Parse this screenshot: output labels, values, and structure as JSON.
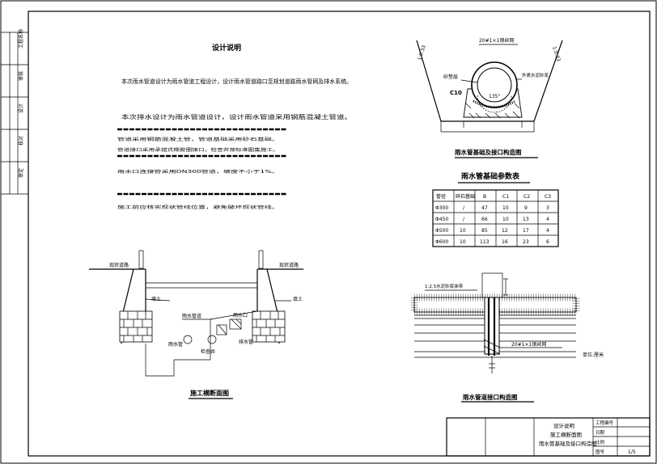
{
  "sheet": {
    "left_strip": [
      "工程名称",
      "审核",
      "设计",
      "校对",
      "审定"
    ]
  },
  "design_notes": {
    "title": "设计说明",
    "para1": "本次雨水管道设计为雨水管道工程设计，设计雨水管道路口至规划道路雨水管网及排水系统。",
    "para2": "本次排水设计为雨水管道设计，设计雨水管道采用钢筋混凝土管道。",
    "notes": [
      "管道采用钢筋混凝土管，管道基础采用砂石基础。",
      "管道接口采用承插式橡胶圈接口，检查井按标准图集施工。",
      "雨水口连接管采用DN300管道，坡度不小于1%。",
      "施工前应核实现状管线位置，避免破坏现状管线。"
    ]
  },
  "section_drawing": {
    "title": "施工横断面图",
    "labels": {
      "road_left": "现状道路",
      "road_right": "现状道路",
      "fill_left": "填土",
      "fill_right": "填土",
      "pipe_trench": "雨水管道",
      "inlet": "雨水口",
      "pipe_main": "雨水管",
      "well": "检查井",
      "pipe_alt": "排水管"
    }
  },
  "base_detail": {
    "title": "雨水管基础及接口构造图",
    "labels": {
      "mesh": "20#1×1钢丝网",
      "wrap": "外裹水泥砂浆",
      "concrete": "C10",
      "cushion": "砂垫层",
      "angle": "135°",
      "slope_left": "1:0.33",
      "slope_right": "1:0.33"
    }
  },
  "param_table": {
    "title": "雨水管基础参数表",
    "headers": [
      "管径",
      "碎石基础",
      "B",
      "C1",
      "C2",
      "C3"
    ],
    "rows": [
      [
        "Φ300",
        "/",
        "47",
        "10",
        "9",
        "3"
      ],
      [
        "Φ450",
        "/",
        "66",
        "10",
        "13",
        "4"
      ],
      [
        "Φ500",
        "10",
        "85",
        "12",
        "17",
        "4"
      ],
      [
        "Φ600",
        "10",
        "113",
        "16",
        "23",
        "6"
      ]
    ]
  },
  "joint_detail": {
    "title": "雨水管道接口构造图",
    "labels": {
      "layer": "1:2.5水泥砂浆抹带",
      "mesh": "20#1×1钢丝网",
      "unit": "单位:厘米"
    }
  },
  "title_block": {
    "drawing_names": [
      "设计说明",
      "施工横断面图",
      "雨水管基础及接口构造图"
    ],
    "right_rows": [
      "工程编号",
      "日期",
      "比例",
      "图号"
    ],
    "page": "1/5"
  }
}
